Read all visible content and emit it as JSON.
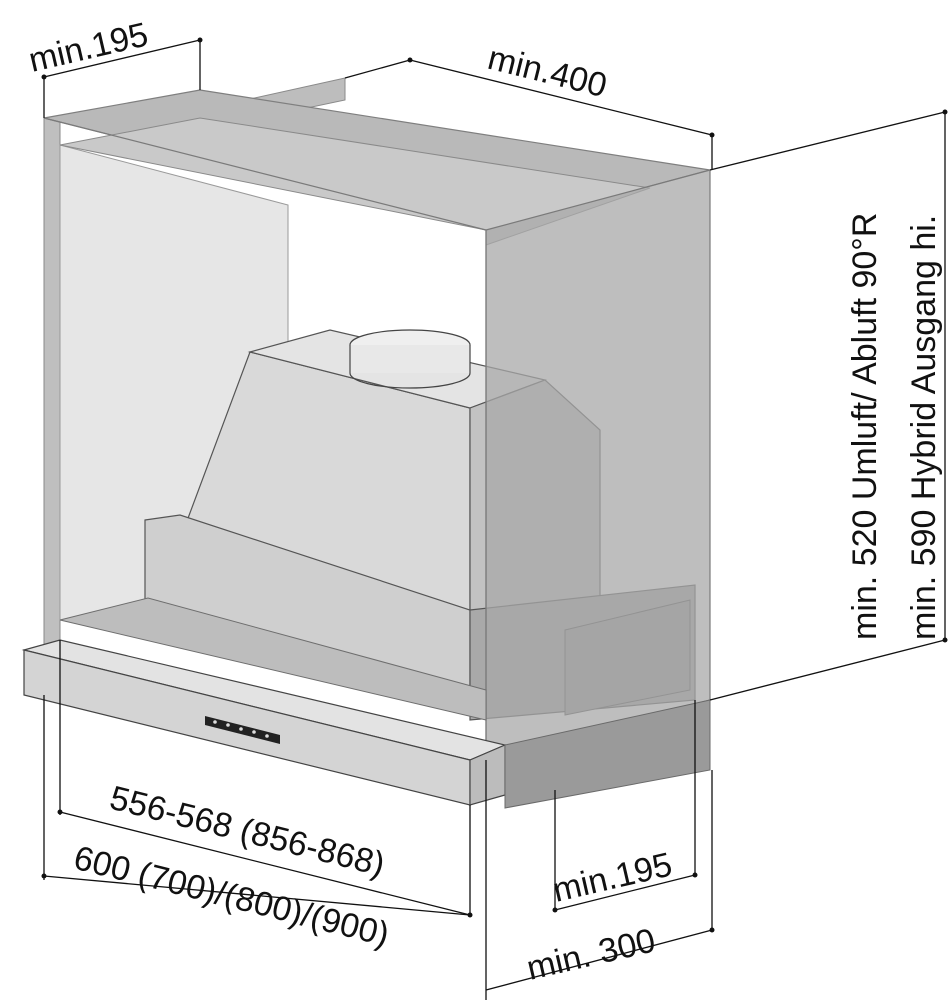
{
  "dimensions": {
    "depth_top": "min.195",
    "width_top": "min.400",
    "height_line1": "min. 520 Umluft/ Abluft 90°R",
    "height_line2": "min. 590 Hybrid Ausgang hi.",
    "inner_width": "556-568 (856-868)",
    "outer_width": "600  (700)/(800)/(900)",
    "depth_bottom": "min.195",
    "depth_total": "min. 300"
  },
  "colors": {
    "cabinet": "#b3b3b3",
    "cabinet_edge": "#8a8a8a",
    "hood": "#d6d6d6",
    "line": "#111111"
  }
}
